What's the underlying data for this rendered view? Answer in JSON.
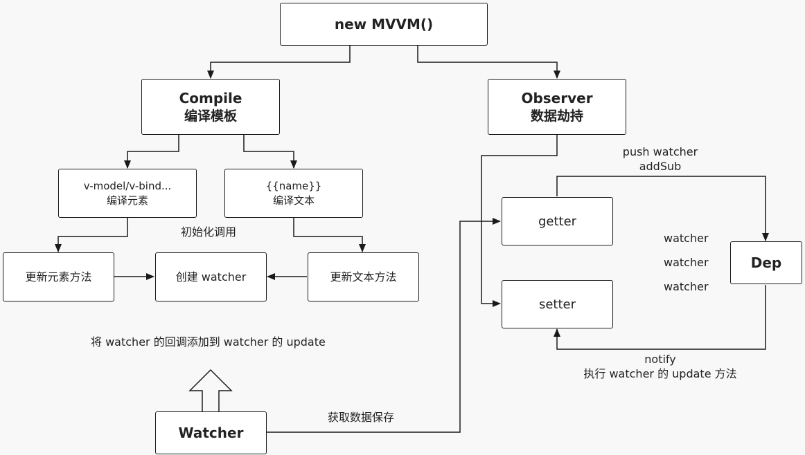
{
  "nodes": {
    "mvvm": {
      "line1": "new MVVM()"
    },
    "compile": {
      "line1": "Compile",
      "line2": "编译模板"
    },
    "observer": {
      "line1": "Observer",
      "line2": "数据劫持"
    },
    "vmodel": {
      "line1": "v-model/v-bind...",
      "line2": "编译元素"
    },
    "name": {
      "line1": "{{name}}",
      "line2": "编译文本"
    },
    "update_el": {
      "line1": "更新元素方法"
    },
    "create_watcher": {
      "line1": "创建 watcher"
    },
    "update_text": {
      "line1": "更新文本方法"
    },
    "getter": {
      "line1": "getter"
    },
    "setter": {
      "line1": "setter"
    },
    "dep": {
      "line1": "Dep"
    },
    "watcher": {
      "line1": "Watcher"
    }
  },
  "labels": {
    "init_call": "初始化调用",
    "push_watcher": "push watcher",
    "add_sub": "addSub",
    "watcher_list": [
      "watcher",
      "watcher",
      "watcher"
    ],
    "add_callback": "将 watcher 的回调添加到 watcher 的 update",
    "notify": "notify",
    "run_update": "执行 watcher 的 update 方法",
    "get_save": "获取数据保存"
  },
  "colors": {
    "stroke": "#1a1a1a",
    "node_fill": "#ffffff",
    "background": "#f8f8f8"
  }
}
